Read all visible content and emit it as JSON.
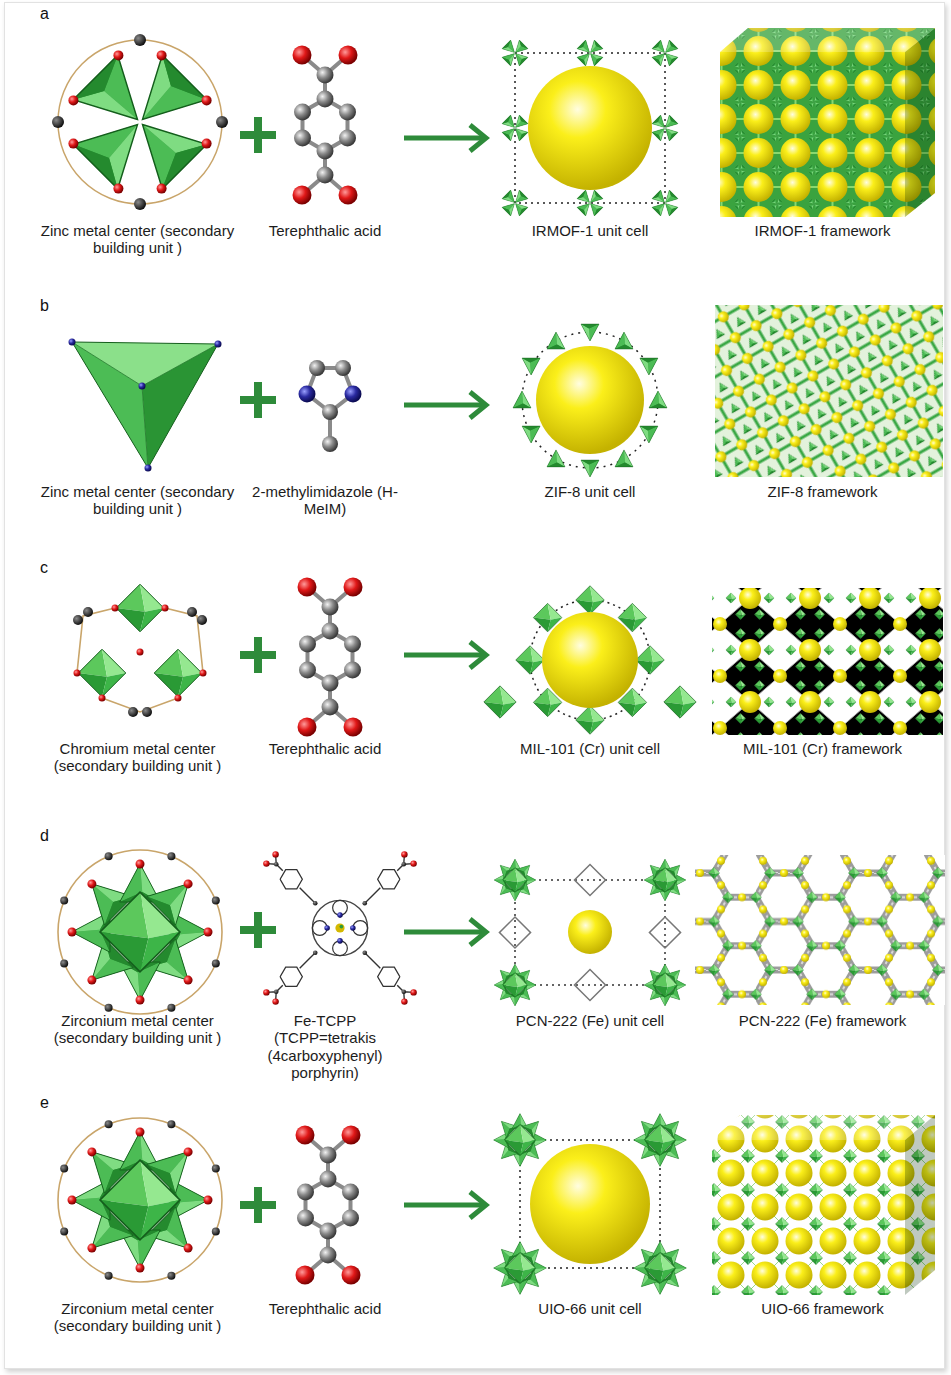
{
  "diagram": {
    "nodes": [
      {
        "text": [
          "Zinc metal center (secondary building unit )"
        ]
      },
      {
        "text": [
          "Terephthalic acid"
        ]
      },
      {
        "text": [
          "IRMOF-1 unit cell"
        ]
      },
      {
        "text": [
          "IRMOF-1 framework"
        ]
      },
      {
        "text": [
          "Zinc metal center (secondary building unit )"
        ]
      },
      {
        "text": [
          "2-methylimidazole (H-MeIM)"
        ]
      },
      {
        "text": [
          "ZIF-8 unit cell"
        ]
      },
      {
        "text": [
          "ZIF-8 framework"
        ]
      },
      {
        "text": [
          "Chromium metal center (secondary building unit )"
        ]
      },
      {
        "text": [
          "Terephthalic acid"
        ]
      },
      {
        "text": [
          "MIL-101 (Cr) unit cell"
        ]
      },
      {
        "text": [
          "MIL-101 (Cr) framework"
        ]
      },
      {
        "text": [
          "Zirconium metal center (secondary building unit )"
        ]
      },
      {
        "text": [
          "Fe-TCPP (TCPP=tetrakis (4carboxyphenyl) porphyrin)"
        ]
      },
      {
        "text": [
          "PCN-222 (Fe) unit cell"
        ]
      },
      {
        "text": [
          "PCN-222 (Fe) framework"
        ]
      },
      {
        "text": [
          "Zirconium metal center (secondary building unit )"
        ]
      },
      {
        "text": [
          "Terephthalic acid"
        ]
      },
      {
        "text": [
          "UIO-66 unit cell"
        ]
      },
      {
        "text": [
          "UIO-66 framework"
        ]
      }
    ],
    "edges": [
      {
        "from": 1,
        "to": 2,
        "arrow": "to"
      },
      {
        "from": 5,
        "to": 6,
        "arrow": "to"
      },
      {
        "from": 9,
        "to": 10,
        "arrow": "to"
      },
      {
        "from": 13,
        "to": 14,
        "arrow": "to"
      },
      {
        "from": 17,
        "to": 18,
        "arrow": "to"
      }
    ],
    "labels": [
      "a",
      "b",
      "c",
      "d",
      "e"
    ]
  }
}
